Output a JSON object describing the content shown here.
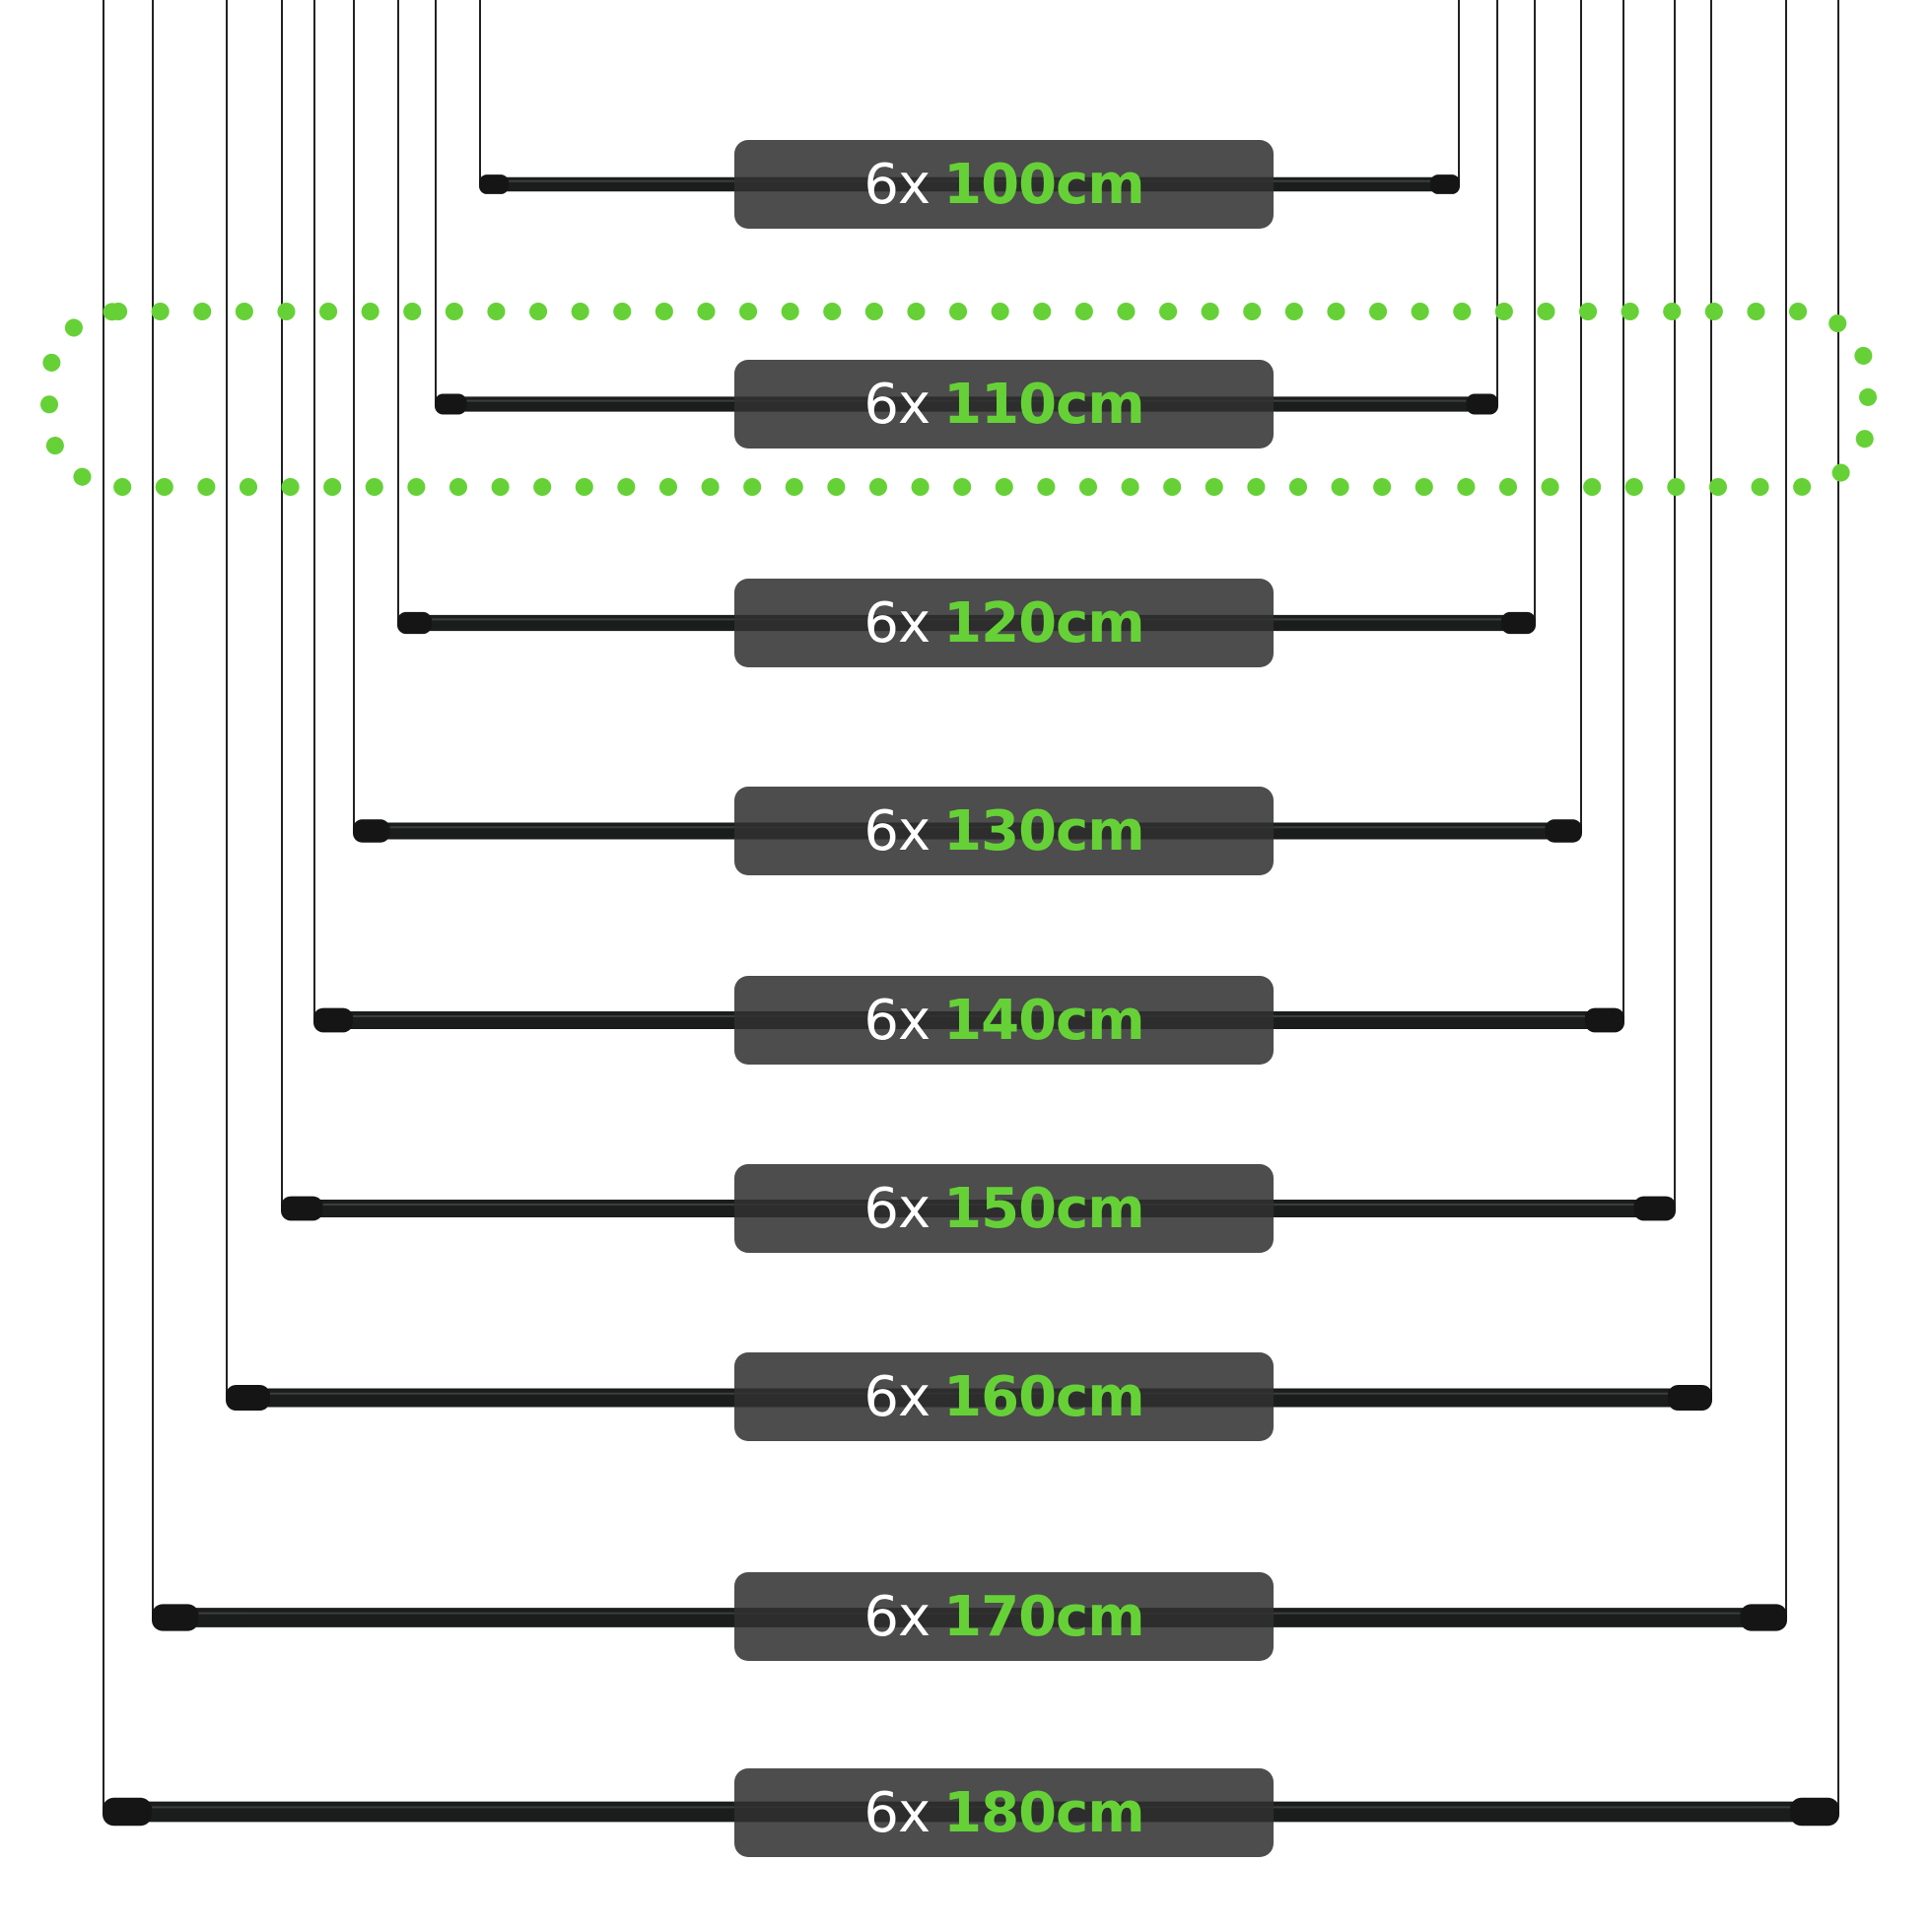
{
  "highlight_color": "#66d137",
  "rod_color": "#1a1d1b",
  "label_box_color": "#303030",
  "highlighted_item": "110cm",
  "items": [
    {
      "qty": "6x",
      "length": "100cm"
    },
    {
      "qty": "6x",
      "length": "110cm"
    },
    {
      "qty": "6x",
      "length": "120cm"
    },
    {
      "qty": "6x",
      "length": "130cm"
    },
    {
      "qty": "6x",
      "length": "140cm"
    },
    {
      "qty": "6x",
      "length": "150cm"
    },
    {
      "qty": "6x",
      "length": "160cm"
    },
    {
      "qty": "6x",
      "length": "170cm"
    },
    {
      "qty": "6x",
      "length": "180cm"
    }
  ]
}
